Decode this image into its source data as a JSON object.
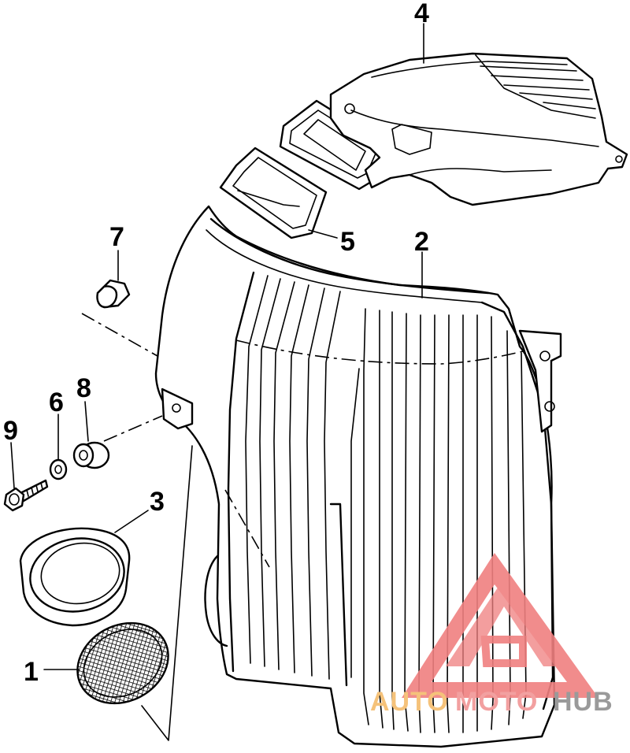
{
  "callouts": {
    "c1": "1",
    "c2": "2",
    "c3": "3",
    "c4": "4",
    "c5": "5",
    "c6": "6",
    "c7": "7",
    "c8": "8",
    "c9": "9"
  },
  "watermark": {
    "part1": "AUTO",
    "part2": "MOTO",
    "part3": "HUB",
    "color_triangle": "#f08080",
    "color_auto": "#f5c27a",
    "color_moto": "#f2a0a0",
    "color_hub": "#9a9a9a"
  }
}
